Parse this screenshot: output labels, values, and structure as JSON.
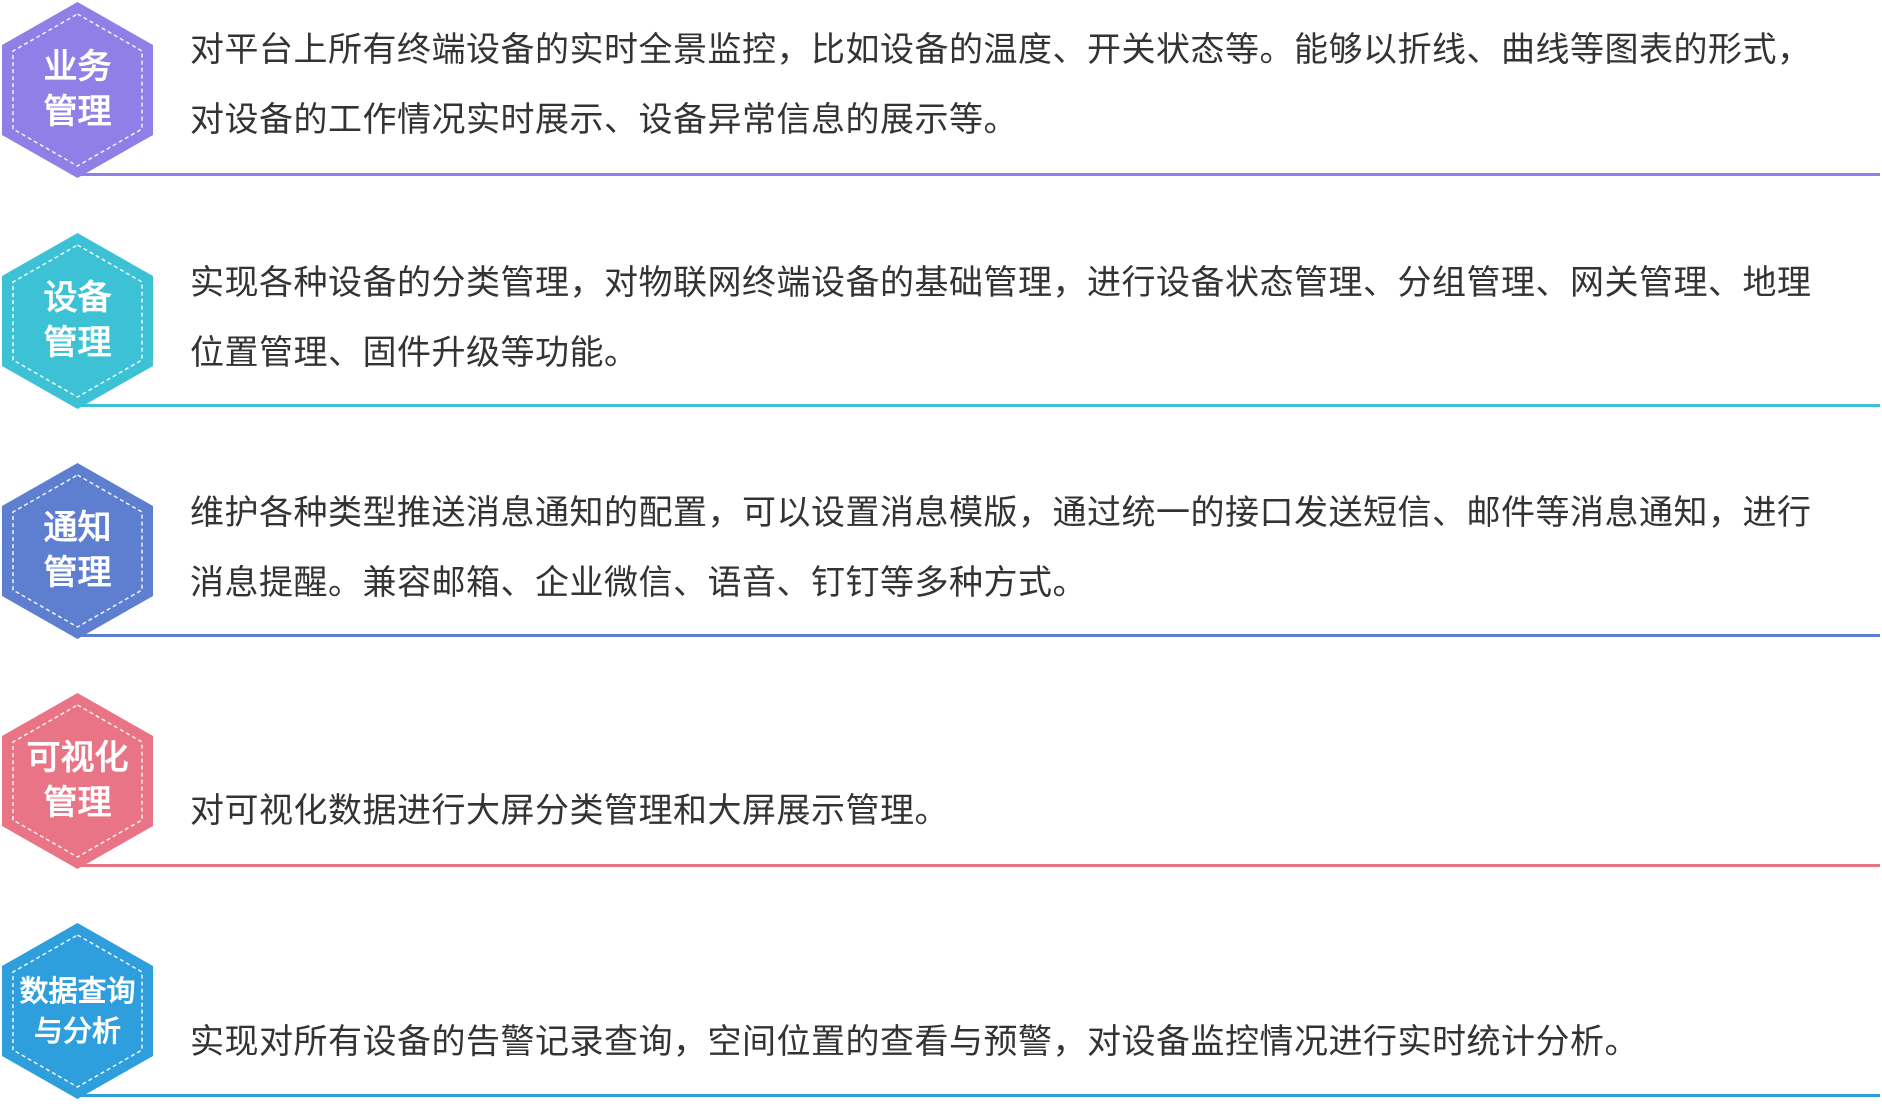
{
  "items": [
    {
      "title_line1": "业务",
      "title_line2": "管理",
      "description": "对平台上所有终端设备的实时全景监控，比如设备的温度、开关状态等。能够以折线、曲线等图表的形式，对设备的工作情况实时展示、设备异常信息的展示等。",
      "color": "#8F7FE6",
      "color_dark": "#7C6BD9"
    },
    {
      "title_line1": "设备",
      "title_line2": "管理",
      "description": "实现各种设备的分类管理，对物联网终端设备的基础管理，进行设备状态管理、分组管理、网关管理、地理位置管理、固件升级等功能。",
      "color": "#3DC2D5",
      "color_dark": "#22B0C6"
    },
    {
      "title_line1": "通知",
      "title_line2": "管理",
      "description": "维护各种类型推送消息通知的配置，可以设置消息模版，通过统一的接口发送短信、邮件等消息通知，进行消息提醒。兼容邮箱、企业微信、语音、钉钉等多种方式。",
      "color": "#5E7FD0",
      "color_dark": "#4A6BC2"
    },
    {
      "title_line1": "可视化",
      "title_line2": "管理",
      "description": "对可视化数据进行大屏分类管理和大屏展示管理。",
      "color": "#E87486",
      "color_dark": "#DC5E72"
    },
    {
      "title_line1": "数据查询",
      "title_line2": "与分析",
      "description": "实现对所有设备的告警记录查询，空间位置的查看与预警，对设备监控情况进行实时统计分析。",
      "color": "#2E9EDD",
      "color_dark": "#1B8CCF"
    }
  ]
}
